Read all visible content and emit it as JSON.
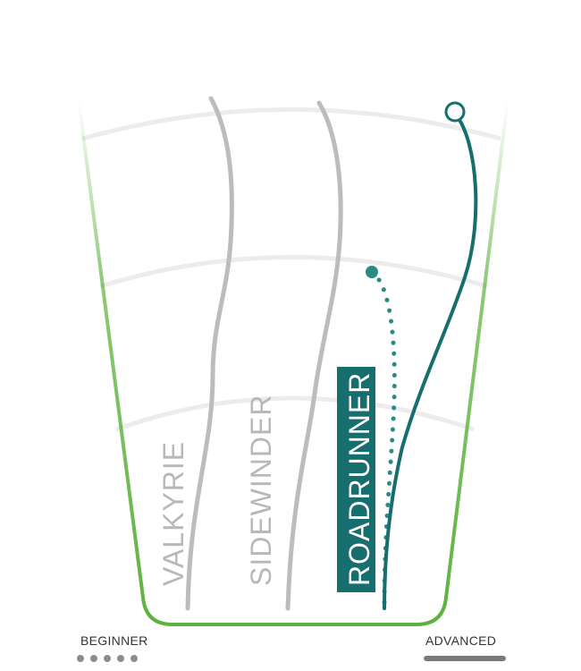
{
  "products": [
    {
      "name": "VALKYRIE",
      "highlighted": false,
      "color": "#b8b8b8"
    },
    {
      "name": "SIDEWINDER",
      "highlighted": false,
      "color": "#b8b8b8"
    },
    {
      "name": "ROADRUNNER",
      "highlighted": true,
      "color": "#176e6e",
      "label_text_color": "#ffffff"
    }
  ],
  "scale": {
    "beginner_label": "BEGINNER",
    "advanced_label": "ADVANCED",
    "beginner_dot_count": 5
  },
  "colors": {
    "container_green": "#5db23d",
    "teal": "#176e6e",
    "dotted_teal": "#2b8a87",
    "arc_gray": "#ececec",
    "curve_gray": "#bcbcbc"
  }
}
